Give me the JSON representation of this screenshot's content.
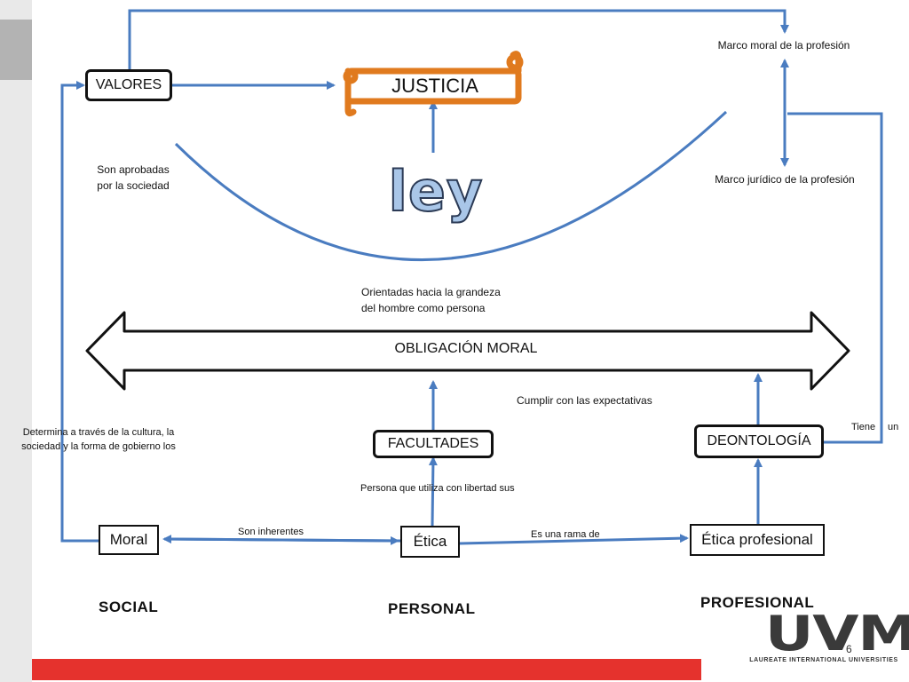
{
  "nodes": {
    "valores": "VALORES",
    "justicia": "JUSTICIA",
    "ley": "ley",
    "obligacion": "OBLIGACIÓN MORAL",
    "facultades": "FACULTADES",
    "deontologia": "DEONTOLOGÍA",
    "moral": "Moral",
    "etica": "Ética",
    "etica_profesional": "Ética profesional"
  },
  "labels": {
    "marco_moral": "Marco moral de la profesión",
    "marco_juridico": "Marco jurídico de la profesión",
    "aprobadas_1": "Son aprobadas",
    "aprobadas_2": "por la sociedad",
    "orientadas_1": "Orientadas hacia la grandeza",
    "orientadas_2": "del hombre como persona",
    "cumplir": "Cumplir con las expectativas",
    "determina_1": "Determina a través de la cultura, la",
    "determina_2": "sociedad y la forma de gobierno los",
    "persona": "Persona que utiliza con libertad sus",
    "inherentes": "Son inherentes",
    "rama": "Es una rama de",
    "tiene": "Tiene",
    "un": "un"
  },
  "categories": {
    "social": "SOCIAL",
    "personal": "PERSONAL",
    "profesional": "PROFESIONAL"
  },
  "footer": {
    "logo": "UVM",
    "logo_tagline": "LAUREATE INTERNATIONAL UNIVERSITIES",
    "page_number": "6"
  },
  "colors": {
    "connector": "#4a7cc0",
    "scroll": "#e07a1e",
    "ley_fill": "#a9c6e8",
    "accent_red": "#e5322d"
  }
}
